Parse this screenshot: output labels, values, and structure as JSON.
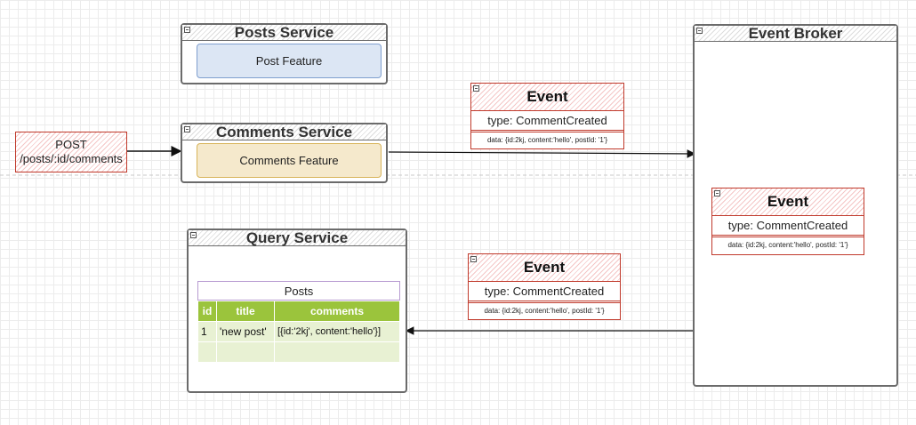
{
  "posts_service": {
    "title": "Posts Service",
    "feature": "Post Feature"
  },
  "comments_service": {
    "title": "Comments Service",
    "feature": "Comments Feature"
  },
  "query_service": {
    "title": "Query Service",
    "table": {
      "name": "Posts",
      "columns": [
        "id",
        "title",
        "comments"
      ],
      "rows": [
        [
          "1",
          "'new post'",
          "[{id:'2kj', content:'hello'}]"
        ],
        [
          "",
          "",
          ""
        ]
      ]
    }
  },
  "event_broker": {
    "title": "Event Broker"
  },
  "request": {
    "method": "POST",
    "path": "/posts/:id/comments"
  },
  "events": [
    {
      "title": "Event",
      "type": "type: CommentCreated",
      "data": "data: {id:2kj, content:'hello', postId: '1'}"
    },
    {
      "title": "Event",
      "type": "type: CommentCreated",
      "data": "data: {id:2kj, content:'hello', postId: '1'}"
    },
    {
      "title": "Event",
      "type": "type: CommentCreated",
      "data": "data: {id:2kj, content:'hello', postId: '1'}"
    }
  ],
  "colors": {
    "event_border": "#c0392b",
    "table_header": "#9bc43c",
    "post_feature": "#dce6f4",
    "comment_feature": "#f5e9cc"
  }
}
